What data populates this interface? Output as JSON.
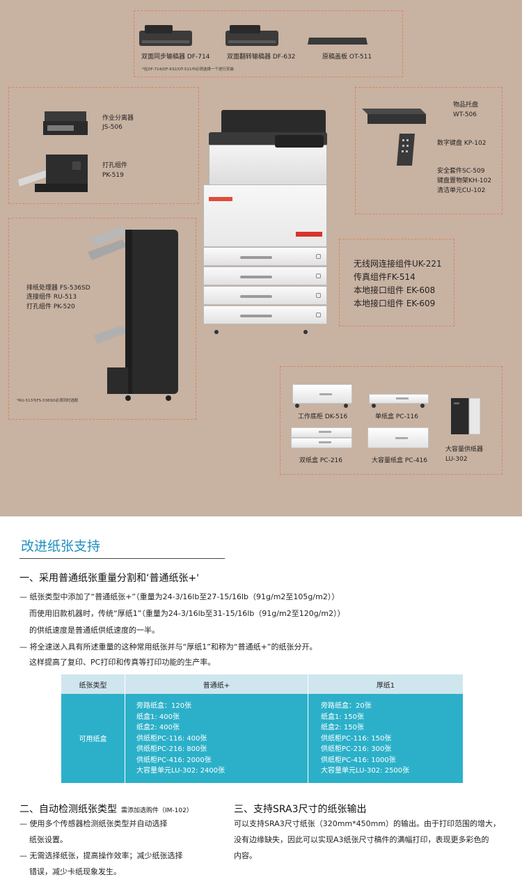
{
  "accessories": {
    "top_group": {
      "df714": "双面同步输稿器 DF-714",
      "df632": "双面翻转输稿器 DF-632",
      "ot511": "原稿盖板 OT-511",
      "note": "*在DF-714/DF-632/OT-511中必须选择一个进行安装"
    },
    "left_group": {
      "js506_name": "作业分离器",
      "js506_code": "JS-506",
      "pk519_name": "打孔组件",
      "pk519_code": "PK-519"
    },
    "right_group": {
      "wt506_name": "物品托盘",
      "wt506_code": "WT-506",
      "kp102": "数字键盘 KP-102",
      "sc509": "安全套件SC-509",
      "kh102": "键盘置物架KH-102",
      "cu102": "清洁单元CU-102"
    },
    "finisher_group": {
      "fs536": "排纸处理器 FS-536SD",
      "ru513": "连接组件 RU-513",
      "pk520": "打孔组件 PK-520",
      "note": "*RU-513与FS-536SD必须同时选配"
    },
    "connect_group": {
      "uk221": "无线网连接组件UK-221",
      "fk514": "传真组件FK-514",
      "ek608": "本地接口组件 EK-608",
      "ek609": "本地接口组件 EK-609"
    },
    "paper_group": {
      "dk516": "工作底柜 DK-516",
      "pc116": "单纸盒 PC-116",
      "pc216": "双纸盒 PC-216",
      "pc416": "大容量纸盒 PC-416",
      "lu302_name": "大容量供纸器",
      "lu302_code": "LU-302"
    }
  },
  "section": {
    "title": "改进纸张支持",
    "h1": "一、采用普通纸张重量分割和‘普通纸张+'",
    "p1": [
      "— 纸张类型中添加了“普通纸张+”（重量为24-3/16lb至27-15/16lb（91g/m2至105g/m2））",
      "而使用旧款机器时，传统“厚纸1”（重量为24-3/16lb至31-15/16lb（91g/m2至120g/m2））",
      "的供纸速度是普通纸供纸速度的一半。",
      "— 将全速送入具有所述重量的这种常用纸张并与“厚纸1”和称为“普通纸+”的纸张分开。",
      "这样提高了复印、PC打印和传真等打印功能的生产率。"
    ],
    "table": {
      "headers": [
        "纸张类型",
        "普通纸+",
        "厚纸1"
      ],
      "row_label": "可用纸盒",
      "col_plain": [
        "旁路纸盒：120张",
        "纸盒1: 400张",
        "纸盒2: 400张",
        "供纸柜PC-116: 400张",
        "供纸柜PC-216: 800张",
        "供纸柜PC-416: 2000张",
        "大容量单元LU-302: 2400张"
      ],
      "col_thick": [
        "旁路纸盒：20张",
        "纸盒1: 150张",
        "纸盒2: 150张",
        "供纸柜PC-116: 150张",
        "供纸柜PC-216: 300张",
        "供纸柜PC-416: 1000张",
        "大容量单元LU-302: 2500张"
      ]
    },
    "h2": "二、自动检测纸张类型",
    "h2_note": "需添加选购件（IM-102）",
    "p2": [
      "— 使用多个传感器检测纸张类型并自动选择",
      "纸张设置。",
      "— 无需选择纸张，提高操作效率；减少纸张选择",
      "错误，减少卡纸现象发生。"
    ],
    "h3": "三、支持SRA3尺寸的纸张输出",
    "p3": [
      "可以支持SRA3尺寸纸张（320mm*450mm）的输出。由于打印范围的增大，",
      "没有边缘缺失，因此可以实现A3纸张尺寸稿件的满幅打印，表现更多彩色的",
      "内容。"
    ]
  }
}
